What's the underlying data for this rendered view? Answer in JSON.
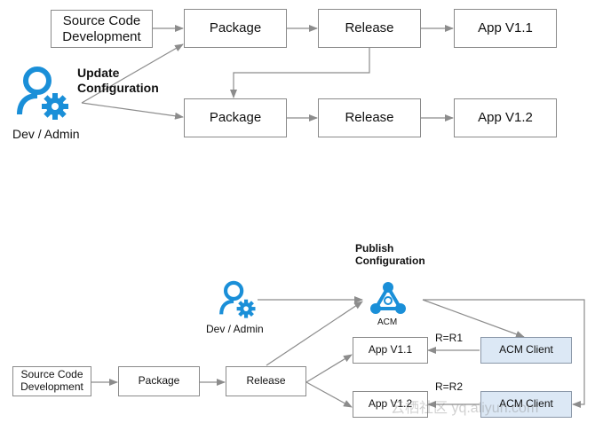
{
  "top": {
    "source": "Source Code\nDevelopment",
    "package_1": "Package",
    "release_1": "Release",
    "app_1": "App V1.1",
    "package_2": "Package",
    "release_2": "Release",
    "app_2": "App V1.2",
    "update_config": "Update\nConfiguration",
    "dev_admin": "Dev / Admin",
    "user_icon": "user-gear-icon"
  },
  "bottom": {
    "source": "Source Code\nDevelopment",
    "package": "Package",
    "release": "Release",
    "app_1": "App V1.1",
    "app_2": "App V1.2",
    "client_1": "ACM Client",
    "client_2": "ACM Client",
    "r1": "R=R1",
    "r2": "R=R2",
    "publish_config": "Publish\nConfiguration",
    "acm": "ACM",
    "dev_admin": "Dev / Admin",
    "user_icon": "user-gear-icon",
    "acm_icon": "acm-network-icon"
  },
  "watermark": "云栖社区 yq.aliyun.com",
  "colors": {
    "icon_blue": "#1a8fd8",
    "client_fill": "#dce8f5",
    "arrow": "#8c8c8c"
  }
}
